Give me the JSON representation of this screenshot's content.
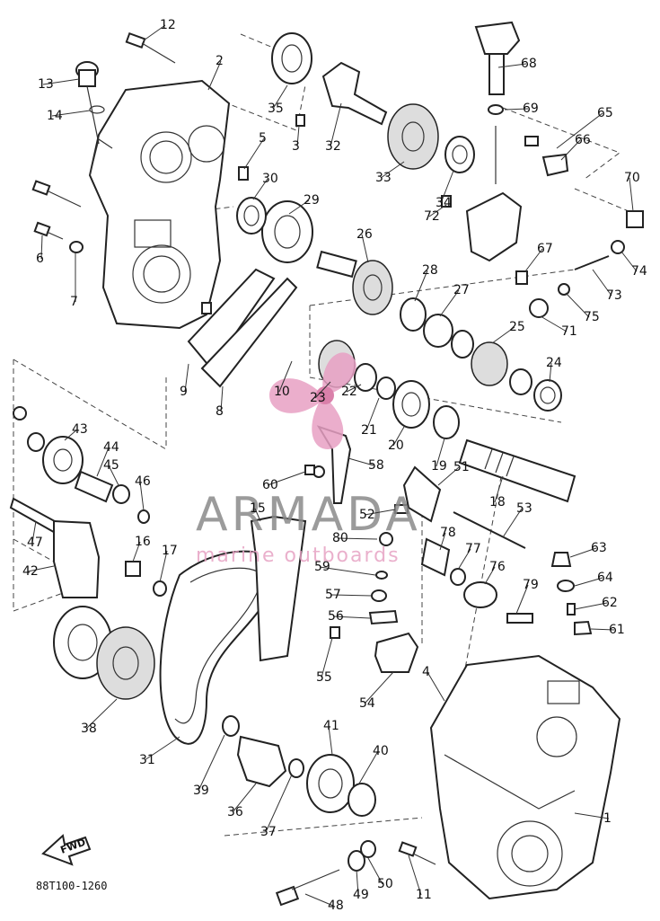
{
  "diagram_code": "88T100-1260",
  "direction_marker": "FWD",
  "watermark": {
    "brand": "ARMADA",
    "tagline": "marine outboards",
    "logo_color": "#e8a0c4",
    "text_color": "#8a8a8a"
  },
  "callouts": [
    "1",
    "2",
    "3",
    "4",
    "5",
    "6",
    "7",
    "8",
    "9",
    "10",
    "11",
    "12",
    "13",
    "14",
    "15",
    "16",
    "17",
    "18",
    "19",
    "20",
    "21",
    "22",
    "23",
    "24",
    "25",
    "26",
    "27",
    "28",
    "29",
    "30",
    "31",
    "32",
    "33",
    "34",
    "35",
    "36",
    "37",
    "38",
    "39",
    "40",
    "41",
    "42",
    "43",
    "44",
    "45",
    "46",
    "47",
    "48",
    "49",
    "50",
    "51",
    "52",
    "53",
    "54",
    "55",
    "56",
    "57",
    "58",
    "59",
    "60",
    "61",
    "62",
    "63",
    "64",
    "65",
    "66",
    "67",
    "68",
    "69",
    "70",
    "71",
    "72",
    "73",
    "74",
    "75",
    "76",
    "77",
    "78",
    "79",
    "80"
  ]
}
